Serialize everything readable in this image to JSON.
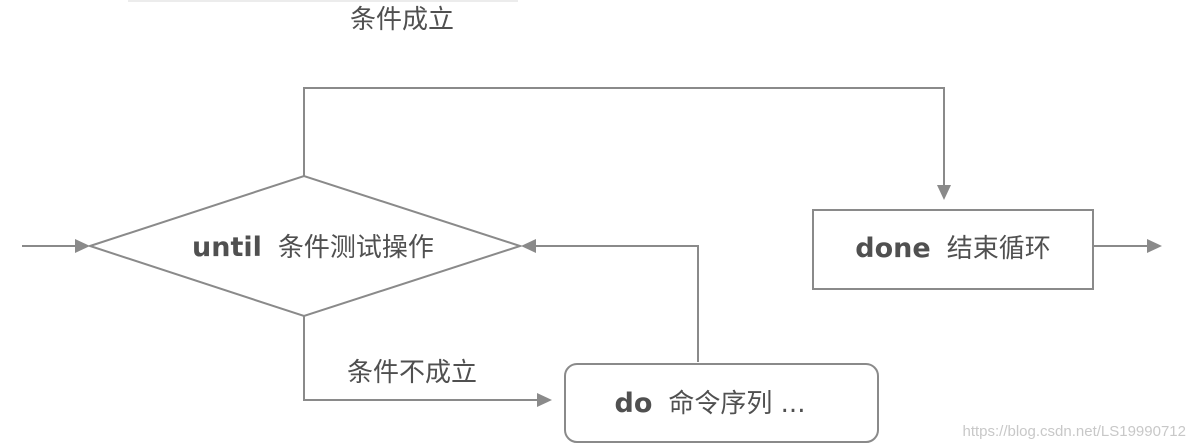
{
  "nodes": {
    "until": {
      "keyword": "until",
      "text": "条件测试操作"
    },
    "do": {
      "keyword": "do",
      "text": "命令序列 ..."
    },
    "done": {
      "keyword": "done",
      "text": "结束循环"
    }
  },
  "edges": {
    "true_label": "条件成立",
    "false_label": "条件不成立"
  },
  "watermark": "https://blog.csdn.net/LS19990712",
  "colors": {
    "line": "#8a8a8a",
    "text": "#505050",
    "watermark": "#c8c8c8"
  }
}
